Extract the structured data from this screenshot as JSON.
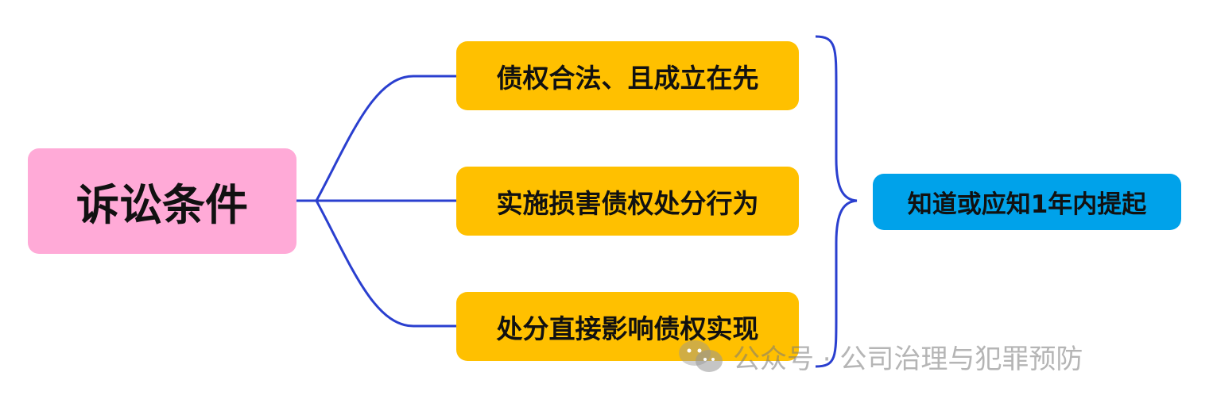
{
  "root": {
    "label": "诉讼条件"
  },
  "branches": [
    {
      "label": "债权合法、且成立在先"
    },
    {
      "label": "实施损害债权处分行为"
    },
    {
      "label": "处分直接影响债权实现"
    }
  ],
  "summary": {
    "label": "知道或应知1年内提起"
  },
  "watermark": {
    "text": "公众号 · 公司治理与犯罪预防",
    "icon": "wechat-icon"
  },
  "colors": {
    "connector": "#2a3fcf",
    "root_fill": "#ffaad7",
    "branch_fill": "#ffc000",
    "summary_fill": "#00a2ea"
  }
}
